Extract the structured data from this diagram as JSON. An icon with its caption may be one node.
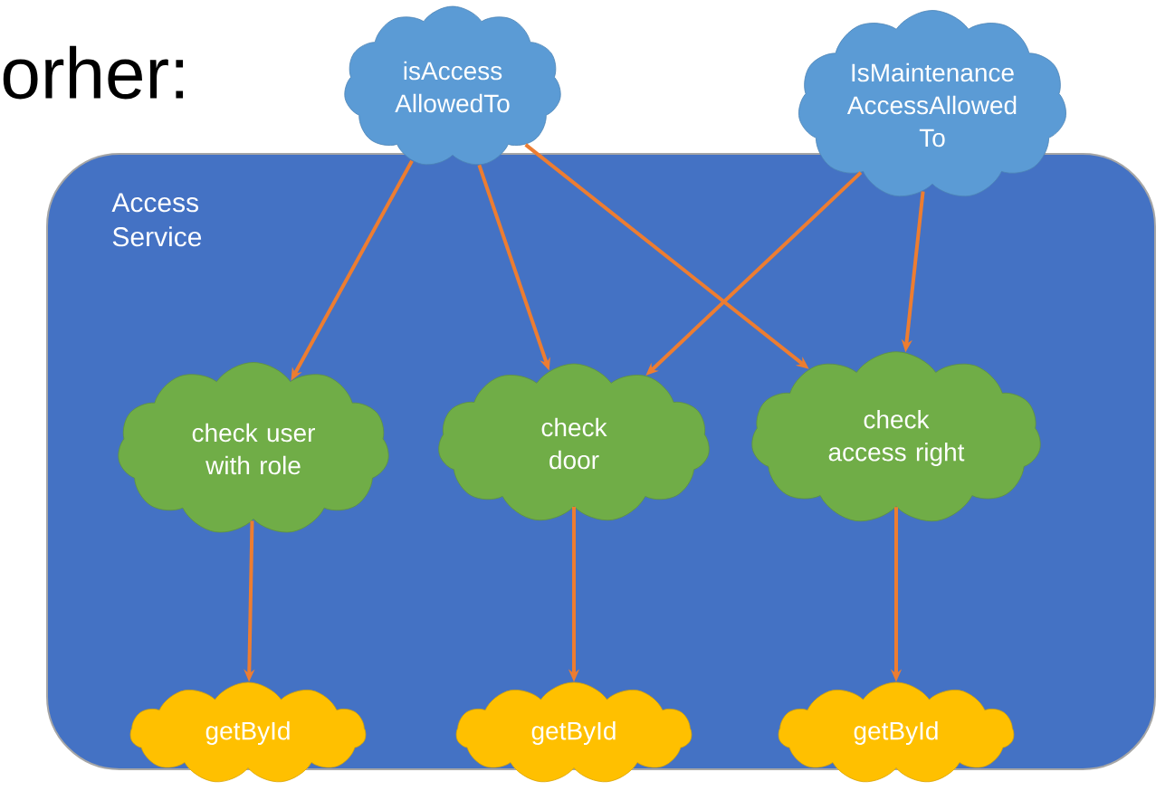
{
  "diagram": {
    "nodes": [
      {
        "text": [
          "Access Service"
        ]
      },
      {
        "text": [
          "isAccess AllowedTo"
        ]
      },
      {
        "text": [
          "IsMaintenance AccessAllowed To"
        ]
      },
      {
        "text": [
          "check user with role"
        ],
        "in": 0
      },
      {
        "text": [
          "check door"
        ],
        "in": 0
      },
      {
        "text": [
          "check access right"
        ],
        "in": 0
      },
      {
        "text": [
          "getById"
        ]
      },
      {
        "text": [
          "getById"
        ]
      },
      {
        "text": [
          "getById"
        ]
      }
    ],
    "edges": [
      {
        "from": 1,
        "to": 3,
        "arrow": "to"
      },
      {
        "from": 1,
        "to": 4,
        "arrow": "to"
      },
      {
        "from": 1,
        "to": 5,
        "arrow": "to"
      },
      {
        "from": 2,
        "to": 4,
        "arrow": "to"
      },
      {
        "from": 2,
        "to": 5,
        "arrow": "to"
      },
      {
        "from": 3,
        "to": 6,
        "arrow": "to"
      },
      {
        "from": 4,
        "to": 7,
        "arrow": "to"
      },
      {
        "from": 5,
        "to": 8,
        "arrow": "to"
      }
    ],
    "labels": [
      "orher:"
    ]
  }
}
